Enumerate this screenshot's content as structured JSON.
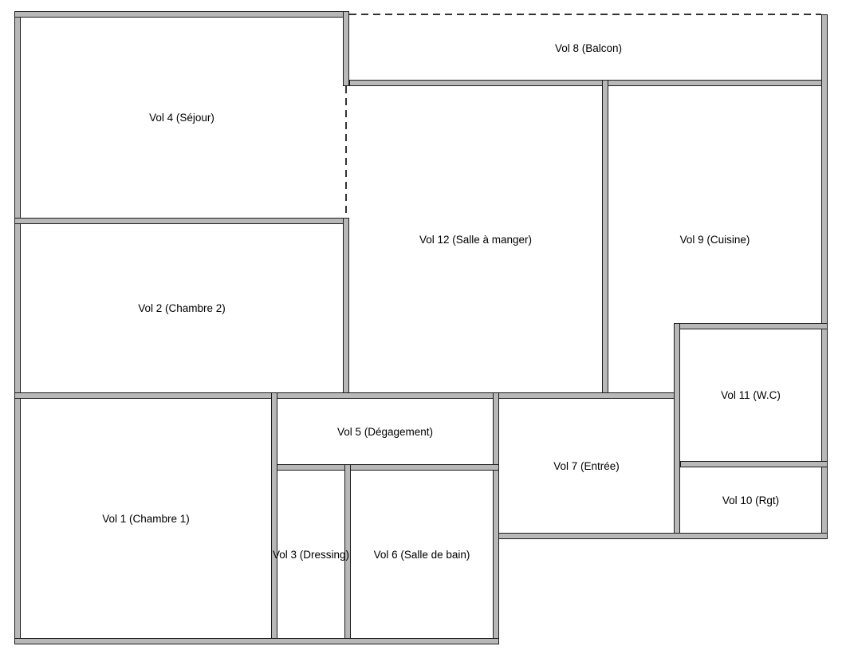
{
  "plan": {
    "type": "floor-plan",
    "colors": {
      "wall_fill": "#b8b8b8",
      "wall_outline": "#1c1c1c",
      "dashed_line": "#333333",
      "background": "#ffffff",
      "label": "#000000"
    },
    "rooms": [
      {
        "id": "vol-1",
        "label": "Vol 1 (Chambre 1)"
      },
      {
        "id": "vol-2",
        "label": "Vol 2 (Chambre 2)"
      },
      {
        "id": "vol-3",
        "label": "Vol 3 (Dressing)"
      },
      {
        "id": "vol-4",
        "label": "Vol 4 (Séjour)"
      },
      {
        "id": "vol-5",
        "label": "Vol 5 (Dégagement)"
      },
      {
        "id": "vol-6",
        "label": "Vol 6 (Salle de bain)"
      },
      {
        "id": "vol-7",
        "label": "Vol 7 (Entrée)"
      },
      {
        "id": "vol-8",
        "label": "Vol 8 (Balcon)"
      },
      {
        "id": "vol-9",
        "label": "Vol 9 (Cuisine)"
      },
      {
        "id": "vol-10",
        "label": "Vol 10 (Rgt)"
      },
      {
        "id": "vol-11",
        "label": "Vol 11 (W.C)"
      },
      {
        "id": "vol-12",
        "label": "Vol 12 (Salle à manger)"
      }
    ]
  }
}
